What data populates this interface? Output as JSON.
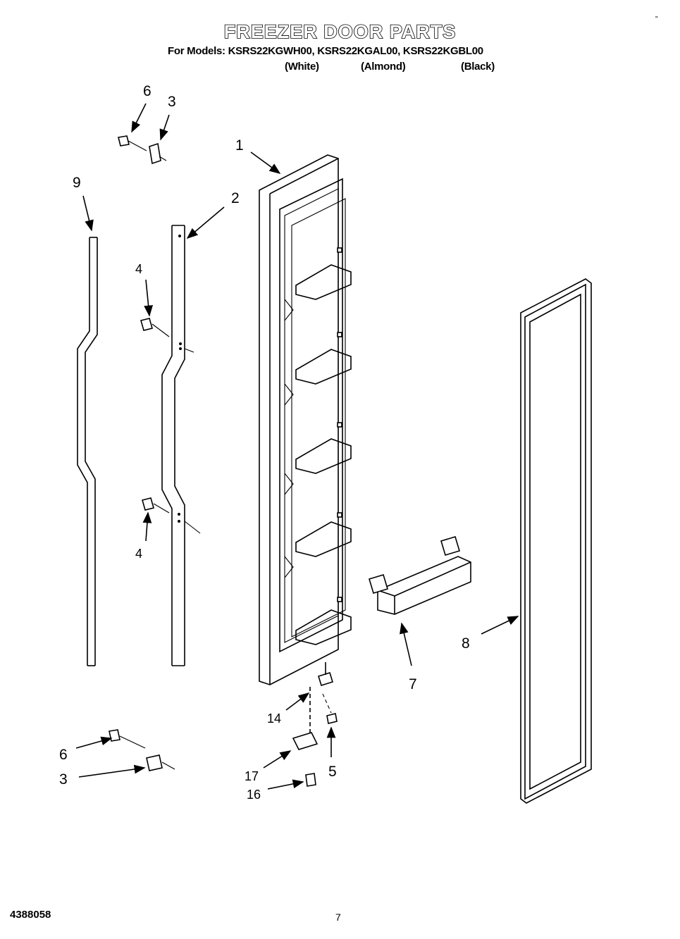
{
  "header": {
    "title": "FREEZER DOOR PARTS",
    "models_line": "For Models: KSRS22KGWH00, KSRS22KGAL00, KSRS22KGBL00",
    "variants": [
      "(White)",
      "(Almond)",
      "(Black)"
    ]
  },
  "callouts": {
    "door": "1",
    "door_stop_strip": "2",
    "hinge_top": "3",
    "hinge_bottom": "3",
    "screw_upper": "4",
    "screw_lower": "4",
    "bottom_screw": "5",
    "hinge_screw_top": "6",
    "hinge_screw_bottom": "6",
    "shelf_bin": "7",
    "gasket": "8",
    "trim_strip": "9",
    "pin": "14",
    "cam_screw": "16",
    "cam": "17"
  },
  "footer": {
    "doc_number": "4388058",
    "page_number": "7",
    "corner_mark": "\""
  }
}
